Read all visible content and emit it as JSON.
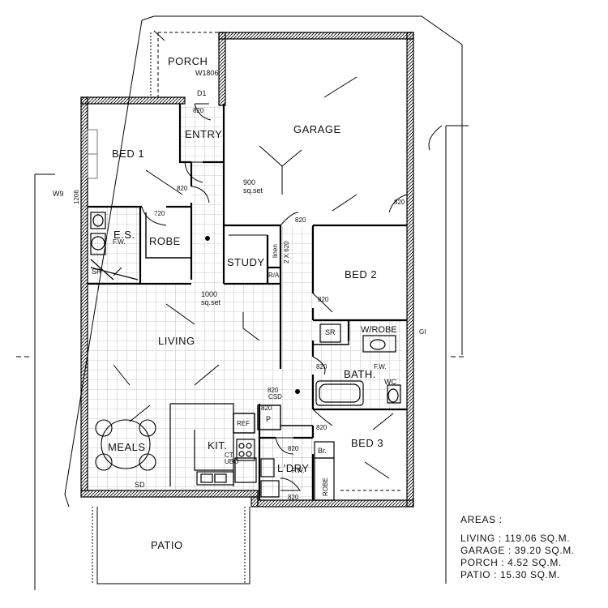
{
  "rooms": {
    "porch": "PORCH",
    "garage": "GARAGE",
    "entry": "ENTRY",
    "bed1": "BED 1",
    "es": "E.S.",
    "robe": "ROBE",
    "study": "STUDY",
    "bed2": "BED 2",
    "living": "LIVING",
    "wrobe": "W/ROBE",
    "bath": "BATH.",
    "wc": "WC",
    "meals": "MEALS",
    "kit": "KIT.",
    "ldry": "L'DRY",
    "bed3": "BED 3",
    "patio": "PATIO"
  },
  "annotations": {
    "w1806": "W1806",
    "d1": "D1",
    "w9": "W9",
    "w9_size": "1206",
    "door_820": "820",
    "door_720": "720",
    "tiles_900": "900",
    "tiles_900_unit": "sq.set",
    "tiles_1000": "1000",
    "tiles_1000_unit": "sq.set",
    "sr": "SR",
    "fw": "F.W.",
    "linen": "linen",
    "linen_size": "2 X 620",
    "ra": "R/A",
    "csd": "CSD",
    "pantry": "P",
    "ref": "REF",
    "ct": "CT",
    "ubo": "UBO",
    "br": "Br.",
    "robe_small": "ROBE",
    "sd": "SD",
    "gi": "GI"
  },
  "areas": {
    "title": "AREAS :",
    "rows": [
      {
        "name": "LIVING",
        "value": "119.06",
        "unit": "SQ.M."
      },
      {
        "name": "GARAGE",
        "value": "39.20",
        "unit": "SQ.M."
      },
      {
        "name": "PORCH",
        "value": "4.52",
        "unit": "SQ.M."
      },
      {
        "name": "PATIO",
        "value": "15.30",
        "unit": "SQ.M."
      }
    ]
  }
}
